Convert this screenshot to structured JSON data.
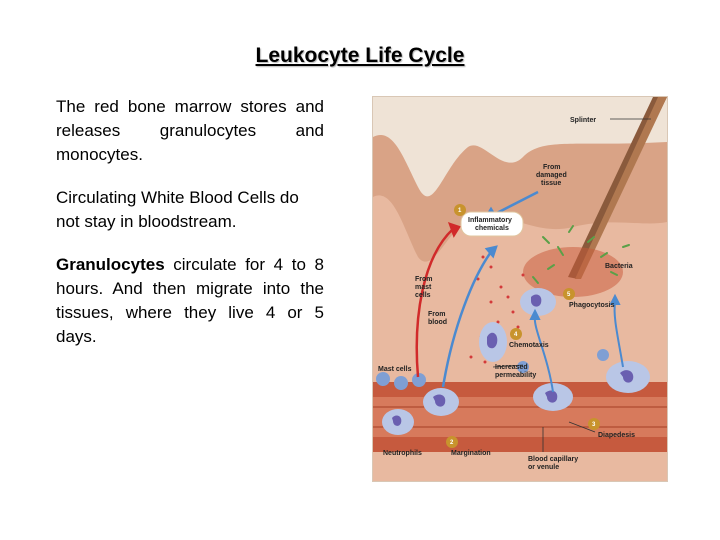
{
  "slide": {
    "title": "Leukocyte Life Cycle",
    "paragraphs": [
      {
        "text": "The red bone marrow stores and releases granulocytes and monocytes."
      },
      {
        "text": "Circulating White Blood Cells do not stay in bloodstream."
      },
      {
        "term": "Granulocytes",
        "text": " circulate for 4 to 8 hours. And then migrate into the tissues, where they live 4 or 5 days."
      }
    ]
  },
  "figure": {
    "labels": {
      "splinter": "Splinter",
      "from_damaged_tissue": [
        "From",
        "damaged",
        "tissue"
      ],
      "inflammatory_chemicals": [
        "Inflammatory",
        "chemicals"
      ],
      "bacteria": "Bacteria",
      "from_mast_cells": [
        "From",
        "mast",
        "cells"
      ],
      "from_blood": [
        "From",
        "blood"
      ],
      "phagocytosis": "Phagocytosis",
      "chemotaxis": "Chemotaxis",
      "mast_cells": "Mast cells",
      "increased_permeability": [
        "Increased",
        "permeability"
      ],
      "diapedesis": "Diapedesis",
      "neutrophils": "Neutrophils",
      "margination": "Margination",
      "blood_capillary": [
        "Blood capillary",
        "or venule"
      ]
    },
    "steps": [
      "1",
      "2",
      "3",
      "4",
      "5"
    ],
    "colors": {
      "tissue": "#e8b9a0",
      "skin": "#d9a386",
      "vessel": "#c65a3e",
      "cell_body": "#b9c6e6",
      "nucleus": "#6a5fb0",
      "arrow_blue": "#4b8ad0",
      "arrow_red": "#d12a2a",
      "bacteria": "#5aa048",
      "step_badge": "#c8932d"
    }
  }
}
